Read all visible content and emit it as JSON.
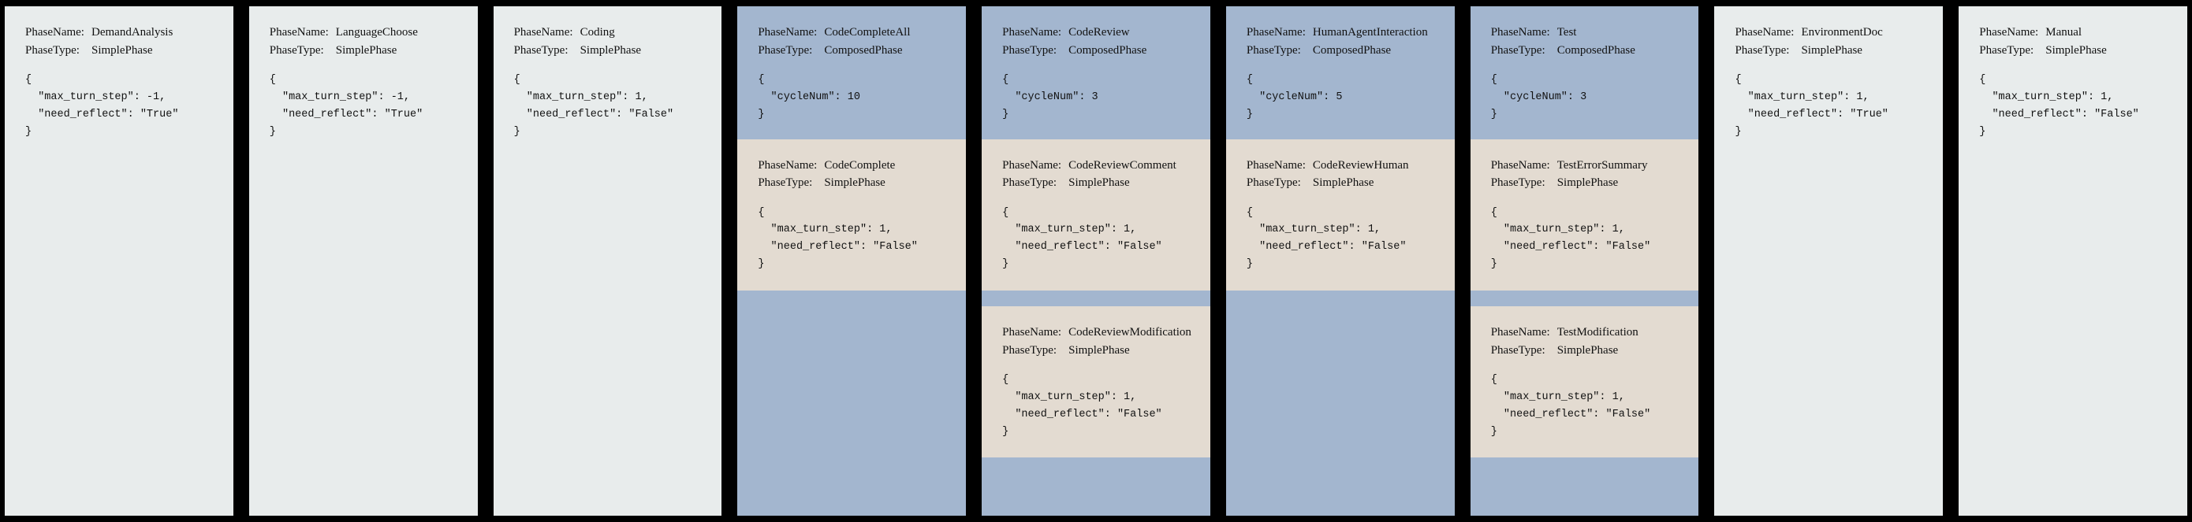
{
  "labels": {
    "phase_name": "PhaseName:",
    "phase_type": "PhaseType:"
  },
  "colors": {
    "background": "#000000",
    "simple_panel": "#e8ecec",
    "composed_panel": "#a3b6cf",
    "child_panel": "#e3dbd1",
    "text": "#111111"
  },
  "columns": [
    {
      "kind": "simple",
      "phase_name": "DemandAnalysis",
      "phase_type": "SimplePhase",
      "json_lines": [
        "{",
        "  \"max_turn_step\": -1,",
        "  \"need_reflect\": \"True\"",
        "}"
      ],
      "children": []
    },
    {
      "kind": "simple",
      "phase_name": "LanguageChoose",
      "phase_type": "SimplePhase",
      "json_lines": [
        "{",
        "  \"max_turn_step\": -1,",
        "  \"need_reflect\": \"True\"",
        "}"
      ],
      "children": []
    },
    {
      "kind": "simple",
      "phase_name": "Coding",
      "phase_type": "SimplePhase",
      "json_lines": [
        "{",
        "  \"max_turn_step\": 1,",
        "  \"need_reflect\": \"False\"",
        "}"
      ],
      "children": []
    },
    {
      "kind": "composed",
      "phase_name": "CodeCompleteAll",
      "phase_type": "ComposedPhase",
      "json_lines": [
        "{",
        "  \"cycleNum\": 10",
        "}"
      ],
      "children": [
        {
          "phase_name": "CodeComplete",
          "phase_type": "SimplePhase",
          "json_lines": [
            "{",
            "  \"max_turn_step\": 1,",
            "  \"need_reflect\": \"False\"",
            "}"
          ]
        }
      ]
    },
    {
      "kind": "composed",
      "phase_name": "CodeReview",
      "phase_type": "ComposedPhase",
      "json_lines": [
        "{",
        "  \"cycleNum\": 3",
        "}"
      ],
      "children": [
        {
          "phase_name": "CodeReviewComment",
          "phase_type": "SimplePhase",
          "json_lines": [
            "{",
            "  \"max_turn_step\": 1,",
            "  \"need_reflect\": \"False\"",
            "}"
          ]
        },
        {
          "phase_name": "CodeReviewModification",
          "phase_type": "SimplePhase",
          "json_lines": [
            "{",
            "  \"max_turn_step\": 1,",
            "  \"need_reflect\": \"False\"",
            "}"
          ]
        }
      ]
    },
    {
      "kind": "composed",
      "phase_name": "HumanAgentInteraction",
      "phase_type": "ComposedPhase",
      "json_lines": [
        "{",
        "  \"cycleNum\": 5",
        "}"
      ],
      "children": [
        {
          "phase_name": "CodeReviewHuman",
          "phase_type": "SimplePhase",
          "json_lines": [
            "{",
            "  \"max_turn_step\": 1,",
            "  \"need_reflect\": \"False\"",
            "}"
          ]
        }
      ]
    },
    {
      "kind": "composed",
      "phase_name": "Test",
      "phase_type": "ComposedPhase",
      "json_lines": [
        "{",
        "  \"cycleNum\": 3",
        "}"
      ],
      "children": [
        {
          "phase_name": "TestErrorSummary",
          "phase_type": "SimplePhase",
          "json_lines": [
            "{",
            "  \"max_turn_step\": 1,",
            "  \"need_reflect\": \"False\"",
            "}"
          ]
        },
        {
          "phase_name": "TestModification",
          "phase_type": "SimplePhase",
          "json_lines": [
            "{",
            "  \"max_turn_step\": 1,",
            "  \"need_reflect\": \"False\"",
            "}"
          ]
        }
      ]
    },
    {
      "kind": "simple",
      "phase_name": "EnvironmentDoc",
      "phase_type": "SimplePhase",
      "json_lines": [
        "{",
        "  \"max_turn_step\": 1,",
        "  \"need_reflect\": \"True\"",
        "}"
      ],
      "children": []
    },
    {
      "kind": "simple",
      "phase_name": "Manual",
      "phase_type": "SimplePhase",
      "json_lines": [
        "{",
        "  \"max_turn_step\": 1,",
        "  \"need_reflect\": \"False\"",
        "}"
      ],
      "children": []
    }
  ]
}
